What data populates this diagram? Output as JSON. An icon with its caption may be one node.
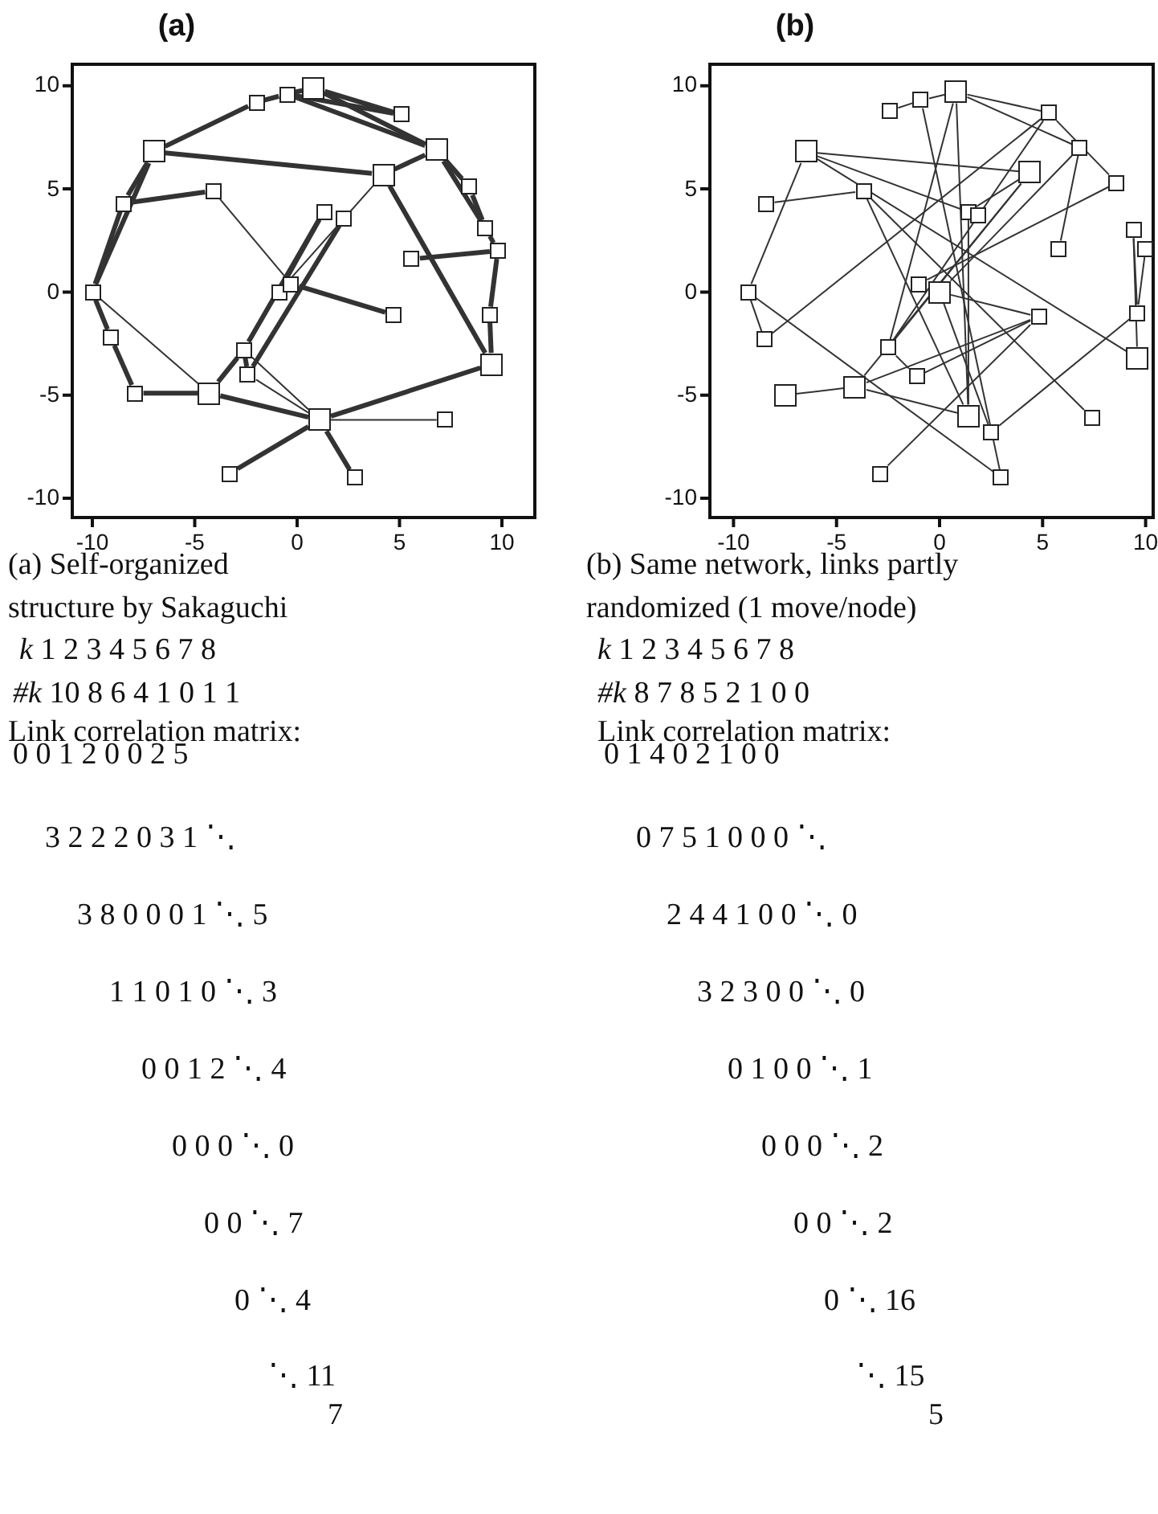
{
  "diagram": {
    "nodes": [
      {
        "text": [],
        "shape": "box"
      },
      {
        "text": [],
        "shape": "box"
      },
      {
        "text": [],
        "shape": "box"
      },
      {
        "text": [],
        "shape": "box"
      },
      {
        "text": [],
        "shape": "box"
      },
      {
        "text": [],
        "shape": "box"
      },
      {
        "text": [],
        "shape": "box"
      },
      {
        "text": [],
        "shape": "box"
      },
      {
        "text": [],
        "shape": "box"
      },
      {
        "text": [],
        "shape": "box"
      },
      {
        "text": [],
        "shape": "box"
      },
      {
        "text": [],
        "shape": "box"
      },
      {
        "text": [],
        "shape": "box"
      },
      {
        "text": [],
        "shape": "box"
      },
      {
        "text": [],
        "shape": "box"
      },
      {
        "text": [],
        "shape": "box"
      },
      {
        "text": [],
        "shape": "box"
      },
      {
        "text": [],
        "shape": "box"
      },
      {
        "text": [],
        "shape": "box"
      },
      {
        "text": [],
        "shape": "box"
      },
      {
        "text": [],
        "shape": "box"
      },
      {
        "text": [],
        "shape": "box"
      },
      {
        "text": [],
        "shape": "box"
      },
      {
        "text": [],
        "shape": "box"
      },
      {
        "text": [],
        "shape": "box"
      },
      {
        "text": [],
        "shape": "box"
      },
      {
        "text": [],
        "shape": "box"
      },
      {
        "text": [],
        "shape": "box"
      },
      {
        "text": [],
        "shape": "box"
      },
      {
        "text": [],
        "shape": "box"
      },
      {
        "text": [],
        "shape": "box"
      },
      {
        "text": [],
        "shape": "box"
      },
      {
        "text": [],
        "shape": "box"
      },
      {
        "text": [],
        "shape": "box"
      },
      {
        "text": [],
        "shape": "box"
      },
      {
        "text": [],
        "shape": "box"
      },
      {
        "text": [],
        "shape": "box"
      },
      {
        "text": [],
        "shape": "box"
      },
      {
        "text": [],
        "shape": "box"
      },
      {
        "text": [],
        "shape": "box"
      },
      {
        "text": [],
        "shape": "box"
      },
      {
        "text": [],
        "shape": "box"
      },
      {
        "text": [],
        "shape": "box"
      },
      {
        "text": [],
        "shape": "box"
      },
      {
        "text": [],
        "shape": "box"
      },
      {
        "text": [],
        "shape": "box"
      },
      {
        "text": [],
        "shape": "box"
      },
      {
        "text": [],
        "shape": "box"
      },
      {
        "text": [],
        "shape": "box"
      },
      {
        "text": [],
        "shape": "box"
      },
      {
        "text": [],
        "shape": "box"
      },
      {
        "text": [],
        "shape": "box"
      },
      {
        "text": [],
        "shape": "box"
      },
      {
        "text": [],
        "shape": "box"
      },
      {
        "text": [],
        "shape": "box"
      },
      {
        "text": [],
        "shape": "box"
      },
      {
        "text": [],
        "shape": "box"
      },
      {
        "text": [],
        "shape": "box"
      },
      {
        "text": [],
        "shape": "box"
      },
      {
        "text": [],
        "shape": "box"
      },
      {
        "text": [],
        "shape": "box"
      }
    ],
    "edges": [
      {
        "from": 4,
        "to": 2,
        "arrow": "none",
        "style": "thick"
      },
      {
        "from": 2,
        "to": 1,
        "arrow": "none",
        "style": "thick"
      },
      {
        "from": 1,
        "to": 0,
        "arrow": "none",
        "style": "thick"
      },
      {
        "from": 0,
        "to": 3,
        "arrow": "none",
        "style": "thick"
      },
      {
        "from": 1,
        "to": 3,
        "arrow": "none",
        "style": "thick"
      },
      {
        "from": 0,
        "to": 5,
        "arrow": "none",
        "style": "thick"
      },
      {
        "from": 1,
        "to": 5,
        "arrow": "none",
        "style": "thick"
      },
      {
        "from": 4,
        "to": 6,
        "arrow": "none",
        "style": "thick"
      },
      {
        "from": 6,
        "to": 5,
        "arrow": "none",
        "style": "thick"
      },
      {
        "from": 4,
        "to": 7,
        "arrow": "none",
        "style": "thick"
      },
      {
        "from": 4,
        "to": 15,
        "arrow": "none",
        "style": "thick"
      },
      {
        "from": 7,
        "to": 8,
        "arrow": "none",
        "style": "thick"
      },
      {
        "from": 7,
        "to": 15,
        "arrow": "none",
        "style": "thick"
      },
      {
        "from": 8,
        "to": 17,
        "arrow": "none"
      },
      {
        "from": 15,
        "to": 20,
        "arrow": "none",
        "style": "thick"
      },
      {
        "from": 20,
        "to": 24,
        "arrow": "none",
        "style": "thick"
      },
      {
        "from": 24,
        "to": 25,
        "arrow": "none",
        "style": "thick"
      },
      {
        "from": 15,
        "to": 25,
        "arrow": "none"
      },
      {
        "from": 25,
        "to": 26,
        "arrow": "none",
        "style": "thick"
      },
      {
        "from": 25,
        "to": 21,
        "arrow": "none",
        "style": "thick"
      },
      {
        "from": 21,
        "to": 10,
        "arrow": "none",
        "style": "thick"
      },
      {
        "from": 22,
        "to": 11,
        "arrow": "none",
        "style": "thick"
      },
      {
        "from": 16,
        "to": 10,
        "arrow": "none",
        "style": "thick"
      },
      {
        "from": 17,
        "to": 18,
        "arrow": "none",
        "style": "thick"
      },
      {
        "from": 6,
        "to": 16,
        "arrow": "none"
      },
      {
        "from": 6,
        "to": 23,
        "arrow": "none",
        "style": "thick"
      },
      {
        "from": 5,
        "to": 9,
        "arrow": "none",
        "style": "thick"
      },
      {
        "from": 9,
        "to": 12,
        "arrow": "none",
        "style": "thick"
      },
      {
        "from": 12,
        "to": 13,
        "arrow": "none",
        "style": "thick"
      },
      {
        "from": 13,
        "to": 19,
        "arrow": "none",
        "style": "thick"
      },
      {
        "from": 19,
        "to": 23,
        "arrow": "none",
        "style": "thick"
      },
      {
        "from": 14,
        "to": 13,
        "arrow": "none",
        "style": "thick"
      },
      {
        "from": 23,
        "to": 26,
        "arrow": "none",
        "style": "thick"
      },
      {
        "from": 26,
        "to": 27,
        "arrow": "none"
      },
      {
        "from": 26,
        "to": 28,
        "arrow": "none",
        "style": "thick"
      },
      {
        "from": 26,
        "to": 29,
        "arrow": "none",
        "style": "thick"
      },
      {
        "from": 21,
        "to": 26,
        "arrow": "none"
      },
      {
        "from": 22,
        "to": 26,
        "arrow": "none"
      },
      {
        "from": 21,
        "to": 22,
        "arrow": "none",
        "style": "thick"
      },
      {
        "from": 5,
        "to": 12,
        "arrow": "none",
        "style": "thick"
      },
      {
        "from": 54,
        "to": 55,
        "arrow": "none"
      },
      {
        "from": 55,
        "to": 56,
        "arrow": "none"
      },
      {
        "from": 55,
        "to": 48,
        "arrow": "none"
      },
      {
        "from": 55,
        "to": 36,
        "arrow": "none"
      },
      {
        "from": 51,
        "to": 33,
        "arrow": "none"
      },
      {
        "from": 38,
        "to": 39,
        "arrow": "none"
      },
      {
        "from": 34,
        "to": 45,
        "arrow": "none"
      },
      {
        "from": 34,
        "to": 36,
        "arrow": "none"
      },
      {
        "from": 34,
        "to": 41,
        "arrow": "none"
      },
      {
        "from": 34,
        "to": 53,
        "arrow": "none"
      },
      {
        "from": 45,
        "to": 50,
        "arrow": "none"
      },
      {
        "from": 50,
        "to": 33,
        "arrow": "none"
      },
      {
        "from": 45,
        "to": 60,
        "arrow": "none"
      },
      {
        "from": 39,
        "to": 56,
        "arrow": "none"
      },
      {
        "from": 39,
        "to": 58,
        "arrow": "none"
      },
      {
        "from": 32,
        "to": 56,
        "arrow": "none"
      },
      {
        "from": 32,
        "to": 33,
        "arrow": "none"
      },
      {
        "from": 32,
        "to": 35,
        "arrow": "none"
      },
      {
        "from": 32,
        "to": 51,
        "arrow": "none"
      },
      {
        "from": 31,
        "to": 60,
        "arrow": "none"
      },
      {
        "from": 33,
        "to": 37,
        "arrow": "none"
      },
      {
        "from": 35,
        "to": 44,
        "arrow": "none"
      },
      {
        "from": 35,
        "to": 47,
        "arrow": "none"
      },
      {
        "from": 37,
        "to": 46,
        "arrow": "none"
      },
      {
        "from": 36,
        "to": 40,
        "arrow": "none"
      },
      {
        "from": 36,
        "to": 51,
        "arrow": "none"
      },
      {
        "from": 47,
        "to": 57,
        "arrow": "none"
      },
      {
        "from": 47,
        "to": 48,
        "arrow": "none"
      },
      {
        "from": 42,
        "to": 49,
        "arrow": "none"
      },
      {
        "from": 42,
        "to": 53,
        "arrow": "none"
      },
      {
        "from": 49,
        "to": 57,
        "arrow": "none"
      },
      {
        "from": 48,
        "to": 59,
        "arrow": "none"
      },
      {
        "from": 51,
        "to": 52,
        "arrow": "none"
      },
      {
        "from": 52,
        "to": 48,
        "arrow": "none"
      },
      {
        "from": 40,
        "to": 56,
        "arrow": "none"
      },
      {
        "from": 31,
        "to": 32,
        "arrow": "none"
      },
      {
        "from": 30,
        "to": 31,
        "arrow": "none"
      },
      {
        "from": 43,
        "to": 49,
        "arrow": "none"
      }
    ],
    "labels": [
      "(a)",
      "(b)",
      "10",
      "5",
      "0",
      "-5",
      "-10",
      "10",
      "5",
      "0",
      "-5",
      "-10",
      "-10",
      "-5",
      "0",
      "5",
      "10",
      "-10",
      "-5",
      "0",
      "5",
      "10",
      "(a) Self-organized structure by Sakaguchi",
      "*k* 1 2 3 4 5 6 7 8",
      "*#k* 10 8 6 4 1 0 1 1",
      "Link correlation matrix:",
      "0 0 1 2 0 0 2 5",
      "3 2 2 2 0 3 1 ⋱",
      "3 8 0 0 0 1 ⋱ 5",
      "1 1 0 1 0 ⋱ 3",
      "0 0 1 2 ⋱ 4",
      "0 0 0 ⋱ 0",
      "0 0 ⋱ 7",
      "0 ⋱ 4",
      "⋱ 11",
      "7",
      "(b) Same network, links partly randomized (1 move/node)",
      "*k* 1 2 3 4 5 6 7 8",
      "*#k* 8 7 8 5 2 1 0 0",
      "Link correlation matrix:",
      "0 1 4 0 2 1 0 0",
      "0 7 5 1 0 0 0 ⋱",
      "2 4 4 1 0 0 ⋱ 0",
      "3 2 3 0 0 ⋱ 0",
      "0 1 0 0 ⋱ 1",
      "0 0 0 ⋱ 2",
      "0 0 ⋱ 2",
      "0 ⋱ 16",
      "⋱ 15",
      "5"
    ]
  }
}
